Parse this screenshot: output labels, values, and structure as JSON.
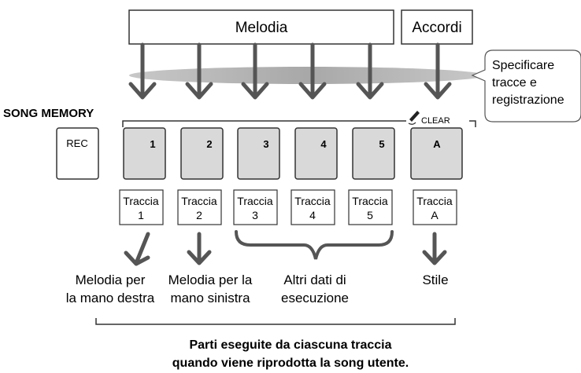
{
  "top": {
    "melodia": "Melodia",
    "accordi": "Accordi"
  },
  "callout": {
    "lines": [
      "Specificare",
      "tracce e",
      "registrazione"
    ]
  },
  "song_memory": {
    "title": "SONG MEMORY",
    "clear_label": "CLEAR",
    "rec_label": "REC",
    "keys": [
      "1",
      "2",
      "3",
      "4",
      "5",
      "A"
    ]
  },
  "tracks": [
    {
      "line1": "Traccia",
      "line2": "1"
    },
    {
      "line1": "Traccia",
      "line2": "2"
    },
    {
      "line1": "Traccia",
      "line2": "3"
    },
    {
      "line1": "Traccia",
      "line2": "4"
    },
    {
      "line1": "Traccia",
      "line2": "5"
    },
    {
      "line1": "Traccia",
      "line2": "A"
    }
  ],
  "descriptions": {
    "right_hand": [
      "Melodia per",
      "la mano destra"
    ],
    "left_hand": [
      "Melodia per la",
      "mano sinistra"
    ],
    "other": [
      "Altri dati di",
      "esecuzione"
    ],
    "style": [
      "Stile"
    ]
  },
  "footer": {
    "line1": "Parti eseguite da ciascuna traccia",
    "line2": "quando viene riprodotta la song utente."
  },
  "colors": {
    "key_fill": "#d9d9d9",
    "ellipse_fill": "#b3b3b3",
    "arrow": "#555555"
  }
}
